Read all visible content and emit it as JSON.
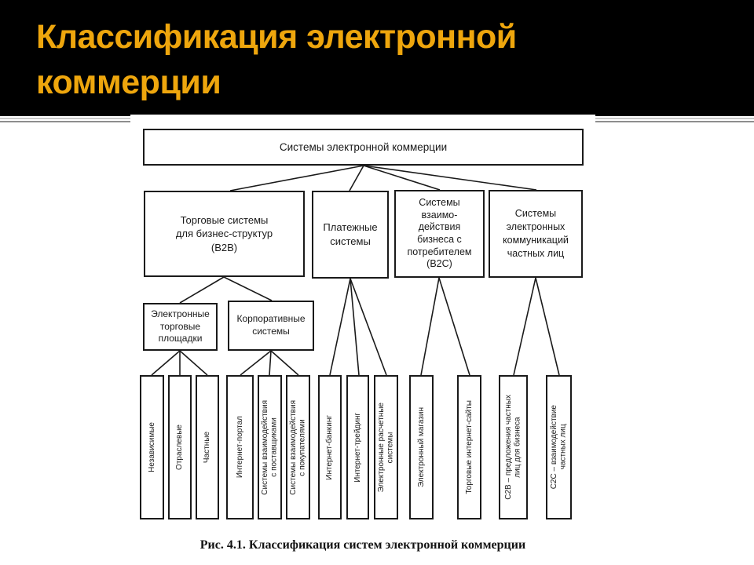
{
  "header": {
    "title": "Классификация электронной\nкоммерции"
  },
  "diagram": {
    "root": "Системы электронной коммерции",
    "branches": [
      {
        "label": "Торговые системы\nдля бизнес-структур\n(В2В)"
      },
      {
        "label": "Платежные\nсистемы"
      },
      {
        "label": "Системы\nвзаимо-\nдействия\nбизнеса с\nпотребителем\n(В2С)"
      },
      {
        "label": "Системы\nэлектронных\nкоммуникаций\nчастных лиц"
      }
    ],
    "subbranches": [
      {
        "label": "Электронные\nторговые\nплощадки"
      },
      {
        "label": "Корпоративные\nсистемы"
      }
    ],
    "leaves": [
      "Независимые",
      "Отраслевые",
      "Частные",
      "Интернет-портал",
      "Системы взаимодействия\nс поставщиками",
      "Системы взаимодействия\nс покупателями",
      "Интернет-банкинг",
      "Интернет-трейдинг",
      "Электронные расчетные\nсистемы",
      "Электронный магазин",
      "Торговые интернет-сайты",
      "С2В – предложения частных\nлиц для бизнеса",
      "С2С – взаимодействие\nчастных лиц"
    ],
    "caption": "Рис. 4.1. Классификация систем электронной коммерции"
  },
  "colors": {
    "header_bg": "#000000",
    "title_text": "#EEA60D",
    "diagram_ink": "#1a1a1a",
    "panel_bg": "#ffffff",
    "divider_light": "#c9c9c9",
    "divider_dark": "#8e8e8e"
  }
}
